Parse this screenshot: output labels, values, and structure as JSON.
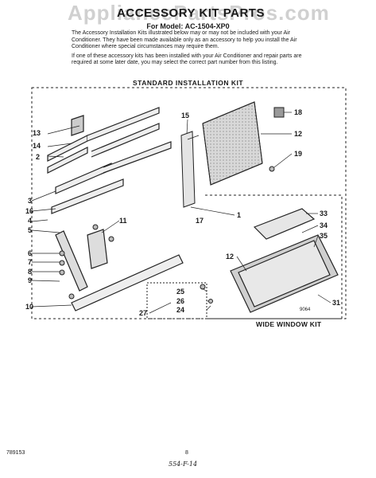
{
  "watermark": "AppliancePartsPros.com",
  "title": "ACCESSORY KIT PARTS",
  "model": "For Model: AC-1504-XP0",
  "intro": [
    "The Accessory Installation Kits illustrated below may or may not be included with your Air Conditioner. They have been made available only as an accessory to help you install the Air Conditioner where special circumstances may require them.",
    "If one of these accessory kits has been installed with your Air Conditioner and repair parts are required at some later date, you may select the correct part number from this listing."
  ],
  "kits": {
    "standard": "STANDARD INSTALLATION KIT",
    "wide": "WIDE WINDOW KIT"
  },
  "callouts": [
    "13",
    "14",
    "2",
    "3",
    "16",
    "4",
    "5",
    "6",
    "7",
    "8",
    "9",
    "10",
    "11",
    "15",
    "17",
    "18",
    "12",
    "19",
    "1",
    "33",
    "34",
    "35",
    "12",
    "31",
    "25",
    "26",
    "24",
    "27"
  ],
  "small_code": "9064",
  "footer": {
    "left": "789153",
    "page": "8",
    "handwritten": "554-F-14"
  }
}
